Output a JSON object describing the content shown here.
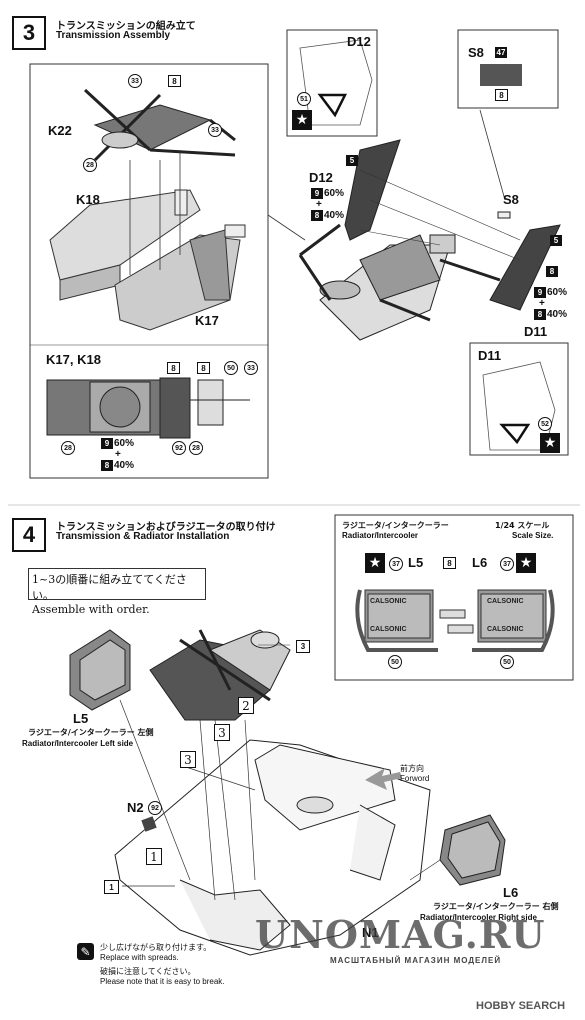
{
  "step3": {
    "number": "3",
    "title_jp": "トランスミッションの組み立て",
    "title_en": "Transmission Assembly",
    "labels": {
      "k22": "K22",
      "k18": "K18",
      "k17": "K17",
      "k17k18": "K17, K18",
      "d12a": "D12",
      "d12b": "D12",
      "d11a": "D11",
      "d11b": "D11",
      "s8a": "S8",
      "s8b": "S8"
    },
    "parts": {
      "p33": "33",
      "p8": "8",
      "p28": "28",
      "p5": "5",
      "p9": "9",
      "p47": "47",
      "p50": "50",
      "p51": "51",
      "p52": "52",
      "p92": "92"
    },
    "mix": {
      "pct60": "60%",
      "plus": "+",
      "pct40": "40%"
    },
    "star": "★"
  },
  "step4": {
    "number": "4",
    "title_jp": "トランスミッションおよびラジエータの取り付け",
    "title_en": "Transmission & Radiator Installation",
    "order_jp": "1~3の順番に組み立ててください。",
    "order_en": "Assemble with order.",
    "inset_title_jp": "ラジエータ/インタークーラー",
    "inset_title_en": "Radiator/Intercooler",
    "scale_jp": "1/24 スケール",
    "scale_en": "Scale Size.",
    "l5": "L5",
    "l6": "L6",
    "p37": "37",
    "p8": "8",
    "p50": "50",
    "left_jp": "ラジエータ/インタークーラー 左側",
    "left_en": "Radiator/Intercooler Left side",
    "right_jp": "ラジエータ/インタークーラー 右側",
    "right_en": "Radiator/Intercooler Right side",
    "forward_jp": "前方向",
    "forward_en": "Forword",
    "n2": "N2",
    "p92": "92",
    "n1": "N1",
    "sub1": "1",
    "sub2": "2",
    "sub3": "3",
    "box1": "1",
    "box3": "3",
    "spread_jp": "少し広げながら取り付けます。",
    "spread_en": "Replace with spreads.",
    "break_jp": "破損に注意してください。",
    "break_en": "Please note that it is easy to break.",
    "calsonic": "CALSONIC"
  },
  "watermark": {
    "brand": "UNOMAG.RU",
    "tagline": "МАСШТАБНЫЙ МАГАЗИН МОДЕЛЕЙ",
    "hobby": "HOBBY SEARCH"
  }
}
